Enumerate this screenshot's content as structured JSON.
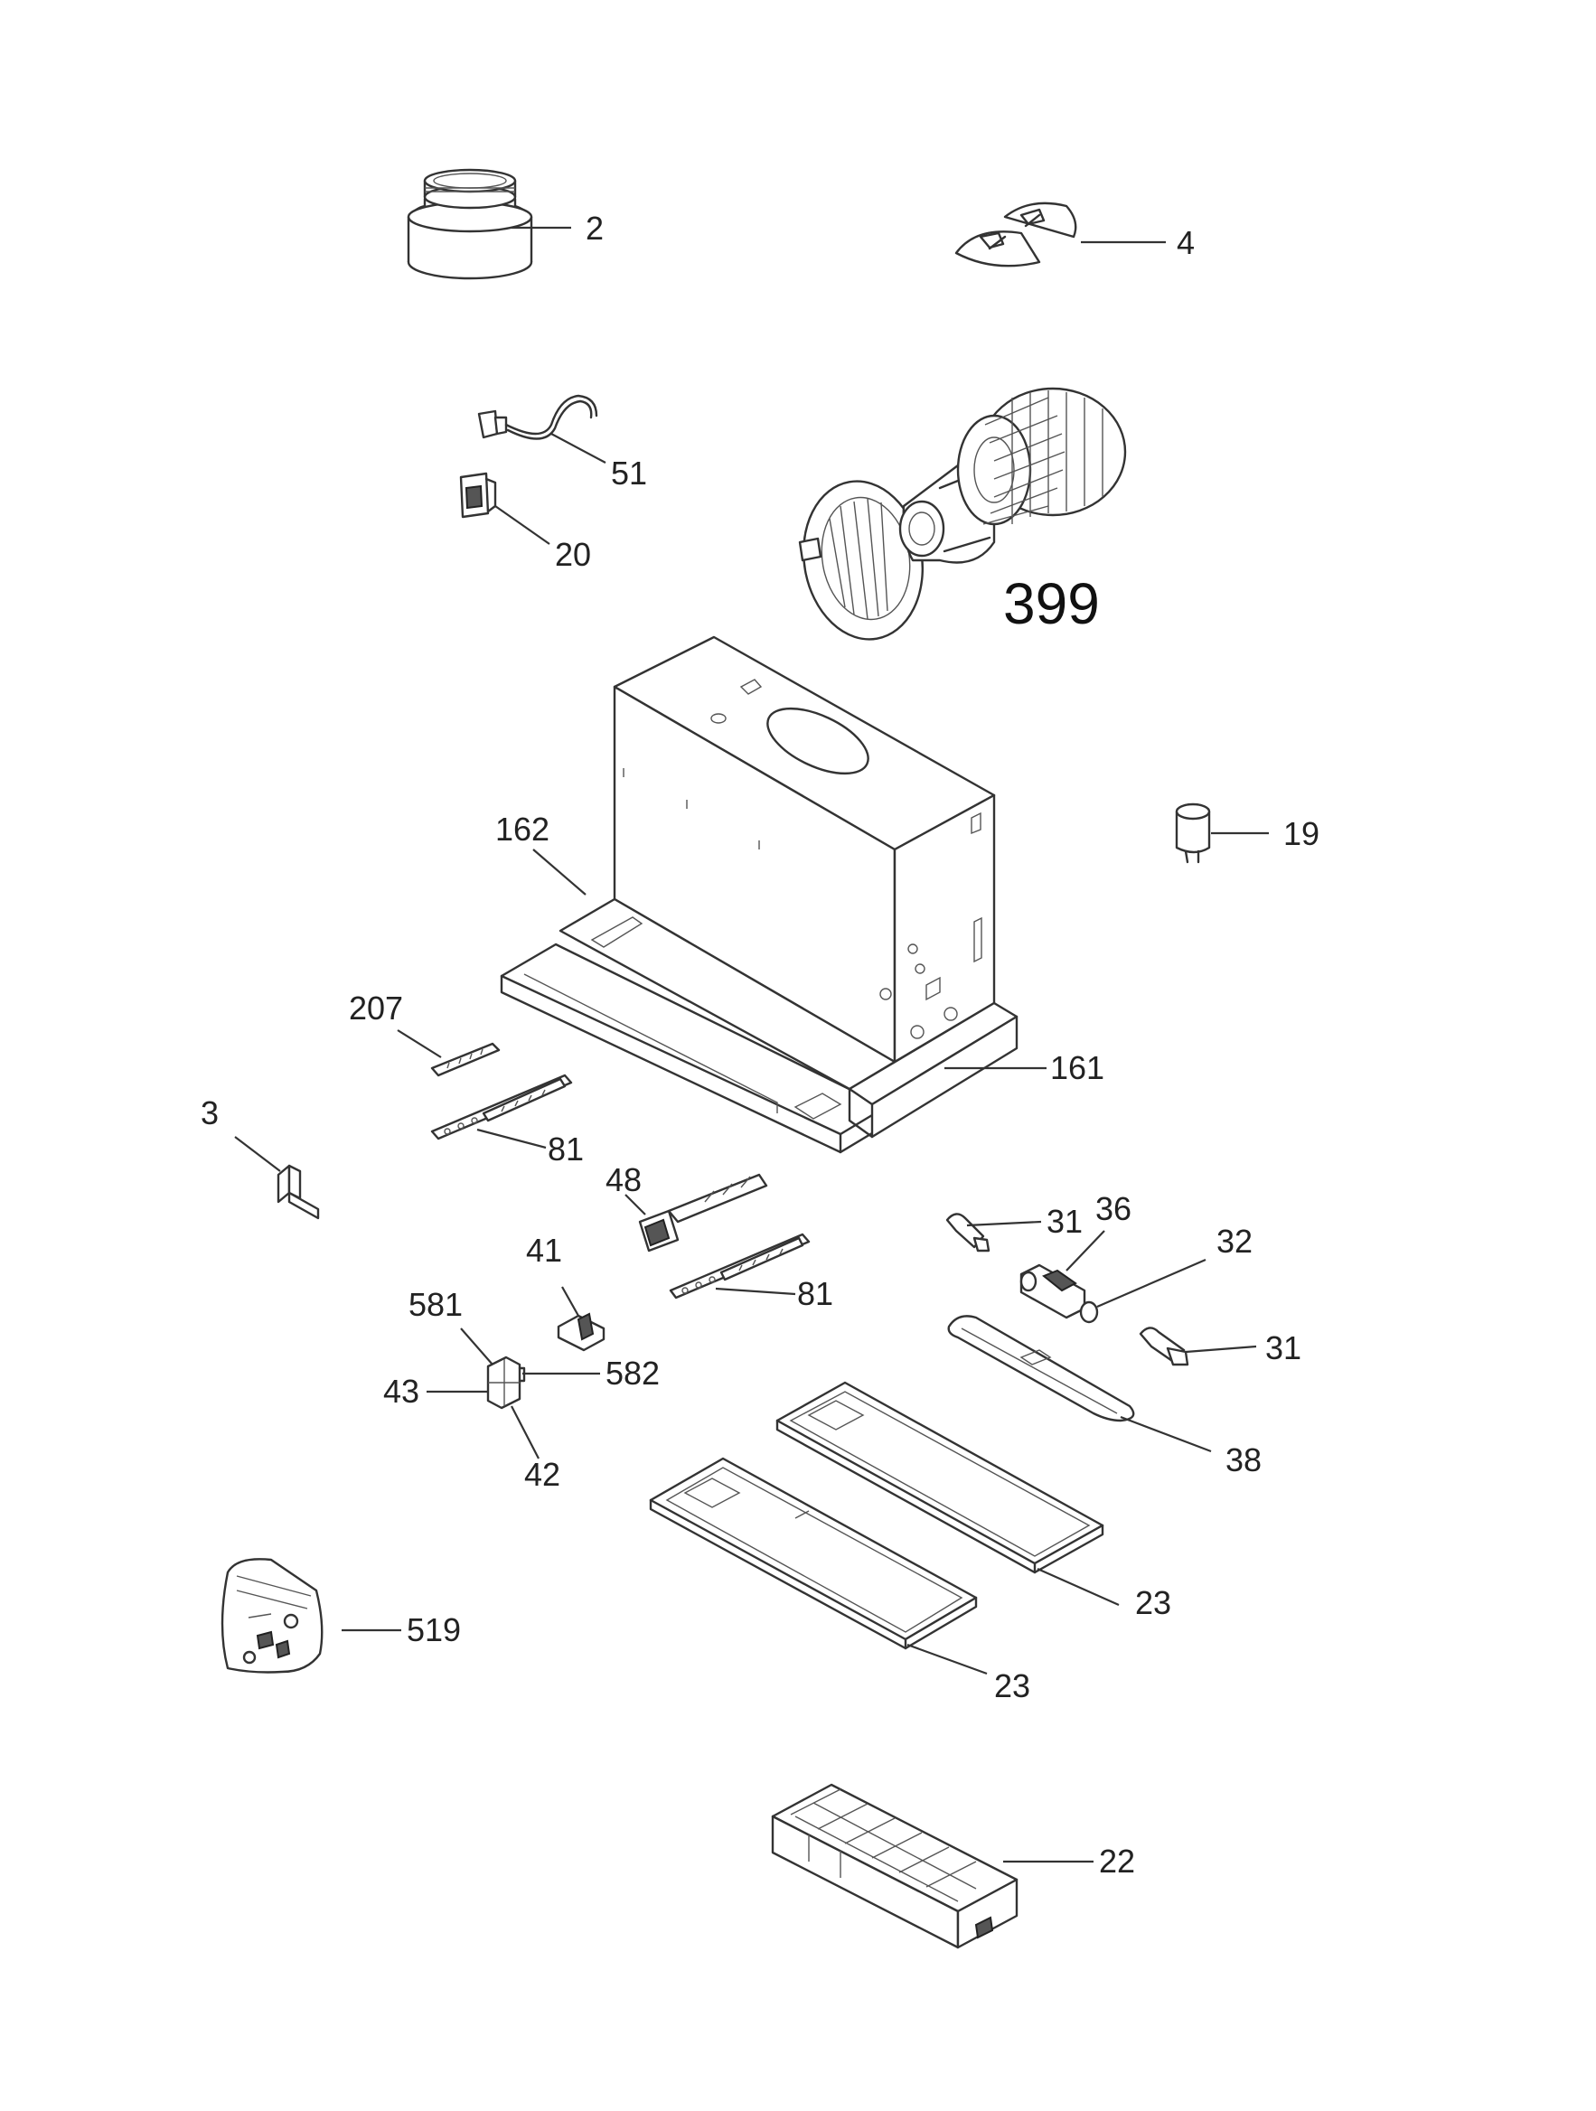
{
  "labels": {
    "p2": "2",
    "p4": "4",
    "p51": "51",
    "p20": "20",
    "p399": "399",
    "p162": "162",
    "p19": "19",
    "p207": "207",
    "p161": "161",
    "p3": "3",
    "p81a": "81",
    "p48": "48",
    "p81b": "81",
    "p31a": "31",
    "p36": "36",
    "p32": "32",
    "p41": "41",
    "p581": "581",
    "p582": "582",
    "p43": "43",
    "p31b": "31",
    "p42": "42",
    "p38": "38",
    "p23a": "23",
    "p23b": "23",
    "p519": "519",
    "p22": "22"
  }
}
